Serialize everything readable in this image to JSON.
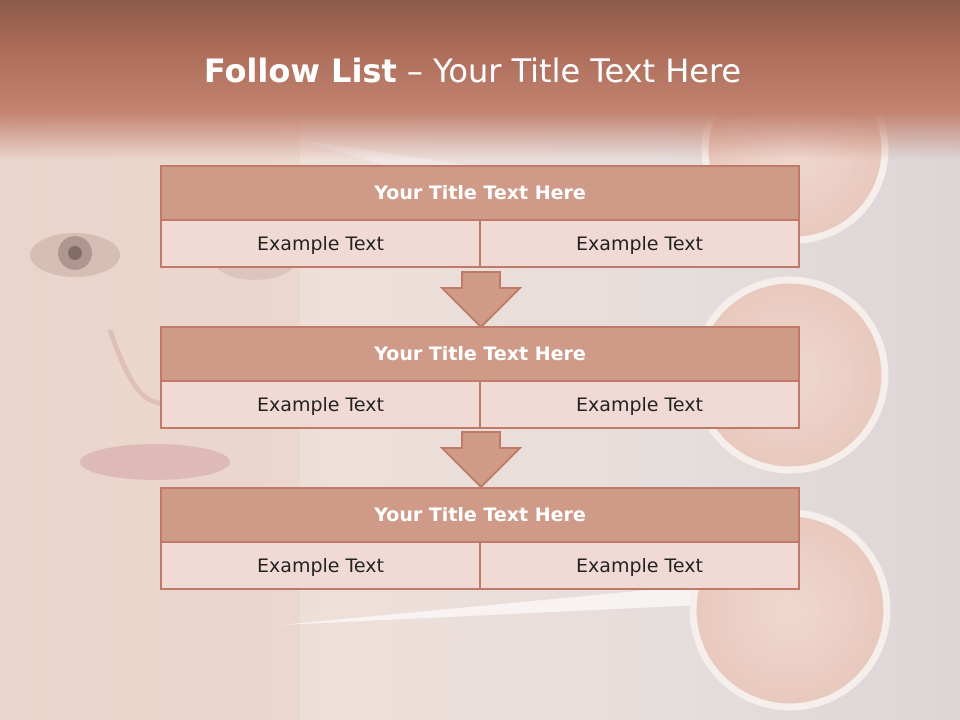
{
  "title": {
    "bold": "Follow List",
    "rest": " – Your Title Text Here"
  },
  "blocks": [
    {
      "title": "Your Title Text Here",
      "left": "Example Text",
      "right": "Example Text"
    },
    {
      "title": "Your Title Text Here",
      "left": "Example Text",
      "right": "Example Text"
    },
    {
      "title": "Your Title Text Here",
      "left": "Example Text",
      "right": "Example Text"
    }
  ],
  "colors": {
    "header": "#b87562",
    "box_title": "#d09a88",
    "box_cell": "#f1dad5",
    "border": "#c07a68"
  }
}
